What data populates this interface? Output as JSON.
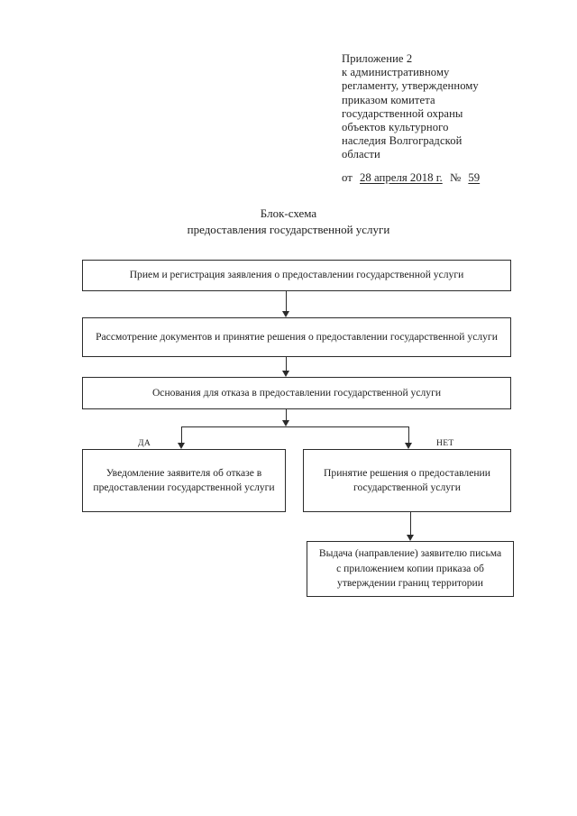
{
  "document": {
    "header": {
      "lines": [
        "Приложение 2",
        "к административному",
        "регламенту, утвержденному",
        "приказом комитета",
        "государственной охраны",
        "объектов культурного",
        "наследия Волгоградской",
        "области"
      ],
      "date_line": {
        "prefix": "от",
        "date": "28  апреля 2018 г.",
        "number_label": "№",
        "number": "59"
      }
    },
    "title": {
      "line1": "Блок-схема",
      "line2": "предоставления государственной услуги"
    },
    "flowchart": {
      "nodes": {
        "intake": "Прием и регистрация заявления о предоставлении государственной услуги",
        "review": "Рассмотрение документов и принятие решения о предоставлении государственной услуги",
        "grounds": "Основания для отказа в предоставлении государственной услуги",
        "refusal": "Уведомление заявителя об отказе в предоставлении государственной услуги",
        "approval": "Принятие решения о предоставлении государственной услуги",
        "issue": "Выдача (направление) заявителю письма с приложением копии приказа об утверждении границ территории"
      },
      "branch_labels": {
        "yes": "ДА",
        "no": "НЕТ"
      }
    }
  }
}
